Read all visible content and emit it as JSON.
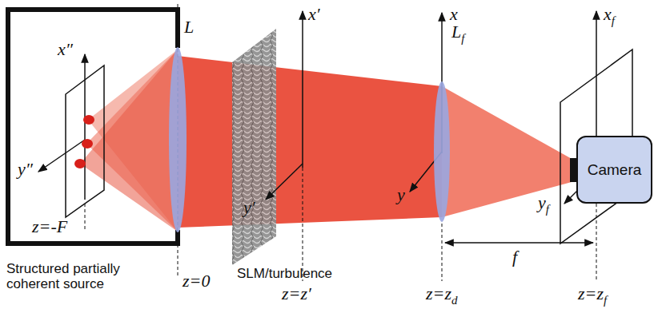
{
  "diagram": {
    "nodes": [
      {
        "text": [
          "Camera"
        ]
      }
    ],
    "edges": [],
    "labels": [
      "x″",
      "y″",
      "z=-F",
      "L",
      "x′",
      "y′",
      "SLM/turbulence",
      "x",
      "y",
      "L",
      "f",
      "x",
      "f",
      "y",
      "f",
      "Structured partially coherent source",
      "z=0",
      "z=z′",
      "z=z",
      "d",
      "f",
      "z=z",
      "f"
    ]
  }
}
